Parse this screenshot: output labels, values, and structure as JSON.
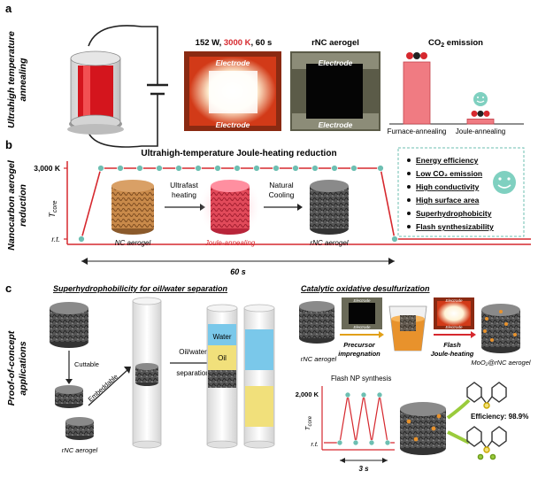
{
  "panel_a": {
    "letter": "a",
    "side_label": [
      "Ultrahigh temperature",
      "annealing"
    ],
    "joule_conditions": {
      "prefix": "152 W, ",
      "temp": "3000 K",
      "suffix": ", 60 s"
    },
    "electrode_top": "Electrode",
    "electrode_bottom": "Electrode",
    "rnc_title": "rNC aerogel",
    "co2_title_main": "CO",
    "co2_title_sub": "2",
    "co2_title_tail": " emission",
    "bar_furnace_label": "Furnace-annealing",
    "bar_joule_label": "Joule-annealing",
    "co2_levels": {
      "furnace": 1.0,
      "joule": 0.08
    }
  },
  "panel_b": {
    "letter": "b",
    "side_label": [
      "Nanocarbon aerogel",
      "reduction"
    ],
    "title": "Ultrahigh-temperature Joule-heating reduction",
    "y_top": "3,000 K",
    "y_axis": "T",
    "y_axis_sub": "core",
    "y_bottom": "r.t.",
    "step1": [
      "Ultrafast",
      "heating"
    ],
    "step2": [
      "Natural",
      "Cooling"
    ],
    "label_nc": "NC aerogel",
    "label_joule": "Joule-annealing",
    "label_rnc": "rNC aerogel",
    "duration": "60 s",
    "benefits": [
      "Energy efficiency",
      "Low CO₂ emission",
      "High conductivity",
      "High surface area",
      "Superhydrophobicity",
      "Flash synthesizability"
    ]
  },
  "panel_c": {
    "letter": "c",
    "side_label": [
      "Proof-of-concept",
      "applications"
    ],
    "left_title": "Superhydrophobilicity for oil/water separation",
    "cuttable": "Cuttable",
    "embeddable": "Embeddable",
    "oil_water": [
      "Oil/water",
      "separation"
    ],
    "water": "Water",
    "oil": "Oil",
    "rnc_left": "rNC aerogel",
    "right_title": "Catalytic oxidative desulfurization",
    "electrode_top": "Electrode",
    "electrode_bottom": "Electrode",
    "precursor": [
      "Precursor",
      "impregnation"
    ],
    "flash": [
      "Flash",
      "Joule-heating"
    ],
    "rnc_right": "rNC aerogel",
    "moo2": "MoO₂@rNC aerogel",
    "flash_title": "Flash NP synthesis",
    "y_top": "2,000 K",
    "y_axis": "T",
    "y_axis_sub": "core",
    "y_bottom": "r.t.",
    "duration": "3 s",
    "efficiency": "Efficiency: 98.9%"
  },
  "colors": {
    "accent_red": "#d6282e",
    "teal": "#5bb4a8",
    "bar_pink": "#f07b82",
    "water_blue": "#7ac8ea",
    "oil_yellow": "#f1e07b"
  }
}
